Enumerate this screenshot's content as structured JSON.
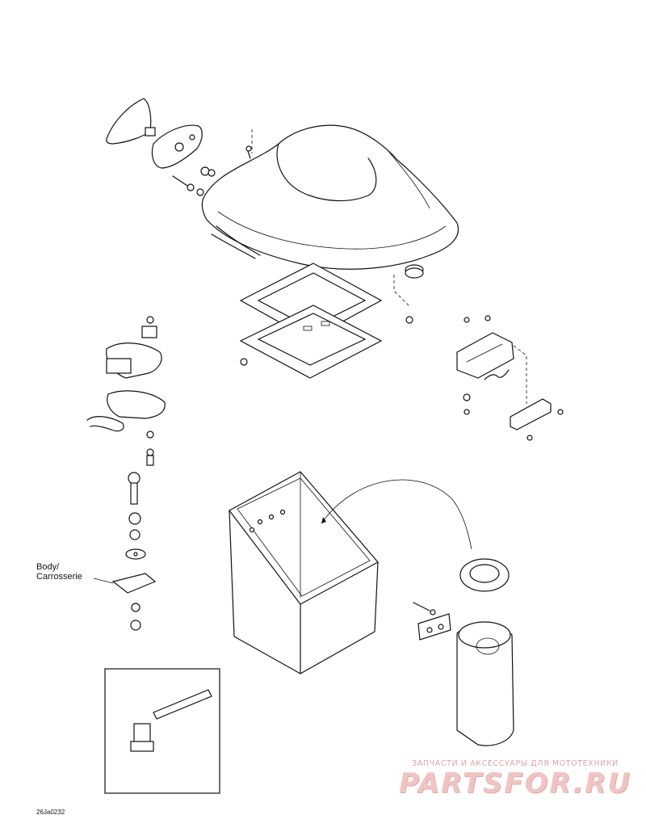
{
  "labels": {
    "body_line1": "Body/",
    "body_line2": "Carrosserie",
    "drawing_ref": "26Ja0232"
  },
  "watermark": {
    "subtitle": "ЗАПЧАСТИ И АКСЕССУАРЫ ДЛЯ МОТОТЕХНИКИ",
    "logo": "PARTSFOR.RU",
    "color": "#f1c4c4"
  },
  "colors": {
    "line": "#111111",
    "background": "#ffffff"
  }
}
